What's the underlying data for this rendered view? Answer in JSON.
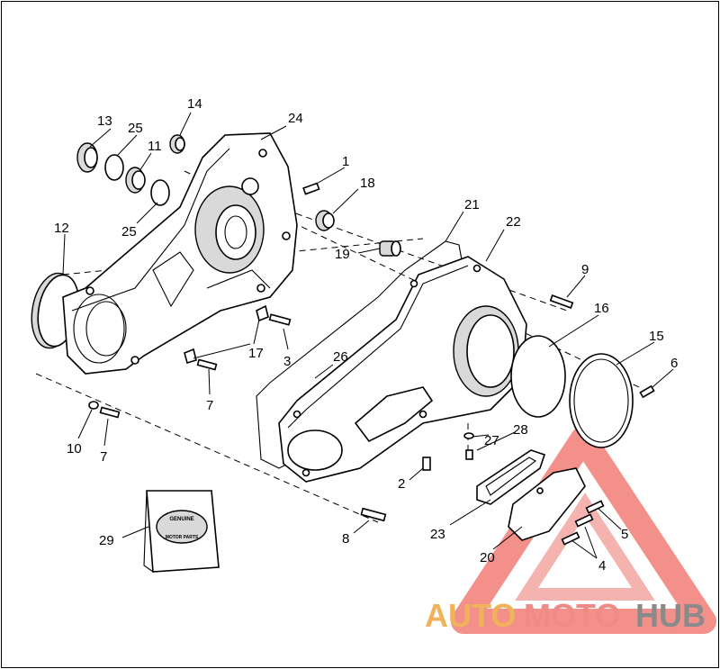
{
  "callouts": {
    "c1": "1",
    "c2": "2",
    "c3": "3",
    "c4": "4",
    "c5": "5",
    "c6": "6",
    "c7a": "7",
    "c7b": "7",
    "c8": "8",
    "c9": "9",
    "c10": "10",
    "c11": "11",
    "c12": "12",
    "c13": "13",
    "c14": "14",
    "c15": "15",
    "c16": "16",
    "c17": "17",
    "c18": "18",
    "c19": "19",
    "c20": "20",
    "c21": "21",
    "c22": "22",
    "c23": "23",
    "c24": "24",
    "c25a": "25",
    "c25b": "25",
    "c26": "26",
    "c27": "27",
    "c28": "28",
    "c29": "29"
  },
  "watermark": {
    "part1": "AUTO",
    "part2": "MOTO",
    "part3": "HUB",
    "colors": {
      "auto": "#f1b25c",
      "moto": "#ee8b86",
      "hub": "#8a8a8a",
      "triangle": "#ef6b63"
    }
  },
  "package_label": {
    "top": "GENUINE",
    "bottom": "MOTOR PARTS"
  }
}
